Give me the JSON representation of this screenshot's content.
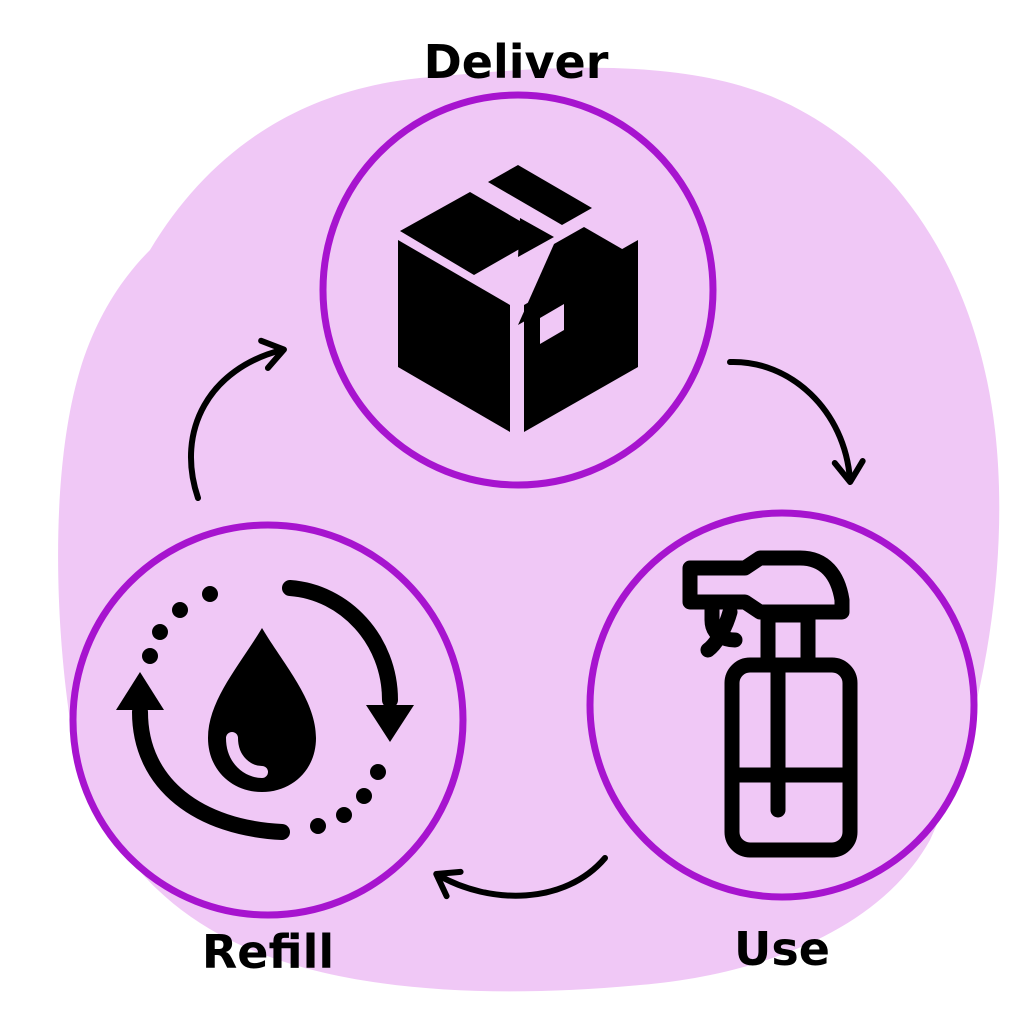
{
  "colors": {
    "background": "#ffffff",
    "blob": "#f0c8f6",
    "ring": "#a714cf",
    "icon": "#000000"
  },
  "stages": [
    {
      "label": "Deliver",
      "icon": "package-box-icon"
    },
    {
      "label": "Use",
      "icon": "spray-bottle-icon"
    },
    {
      "label": "Refill",
      "icon": "water-drop-cycle-icon"
    }
  ],
  "flow": [
    "Deliver",
    "Use",
    "Refill",
    "Deliver"
  ]
}
